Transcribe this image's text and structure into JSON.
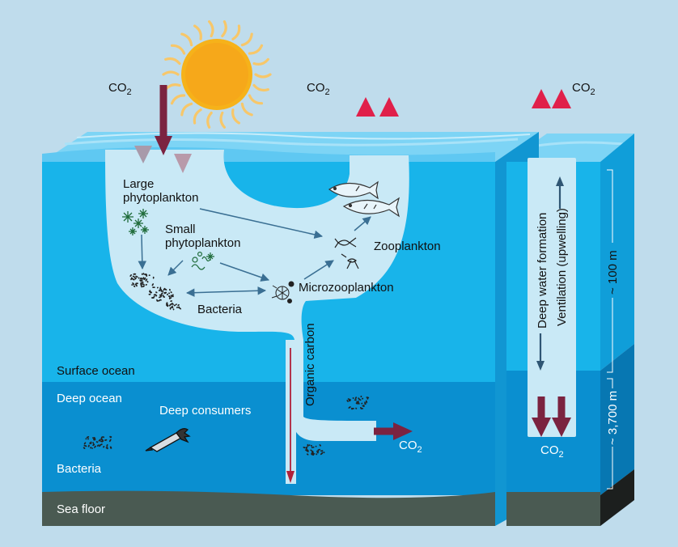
{
  "labels": {
    "co2_left": "CO2",
    "co2_middle": "CO2",
    "co2_right": "CO2",
    "co2_organic_out": "CO2",
    "co2_bottom_right": "CO2",
    "large_phyto_line1": "Large",
    "large_phyto_line2": "phytoplankton",
    "small_phyto_line1": "Small",
    "small_phyto_line2": "phytoplankton",
    "zooplankton": "Zooplankton",
    "microzooplankton": "Microzooplankton",
    "bacteria_surface": "Bacteria",
    "organic_carbon": "Organic carbon",
    "surface_ocean": "Surface ocean",
    "deep_ocean": "Deep ocean",
    "deep_consumers": "Deep consumers",
    "bacteria_deep": "Bacteria",
    "sea_floor": "Sea floor",
    "deep_water_formation": "Deep water formation",
    "ventilation": "Ventilation (upwelling)",
    "depth_100": "~ 100 m",
    "depth_3700": "~ 3,700 m"
  },
  "colors": {
    "background": "#bfdcec",
    "surface_water": "#18b4ea",
    "deep_water": "#0a8fd0",
    "pale_channel": "#c9e9f6",
    "sea_floor": "#4a5a52",
    "down_arrow": "#7b2340",
    "up_arrow": "#e0204a",
    "flow_arrow": "#3a6f93",
    "sun": "#f6b21a"
  }
}
